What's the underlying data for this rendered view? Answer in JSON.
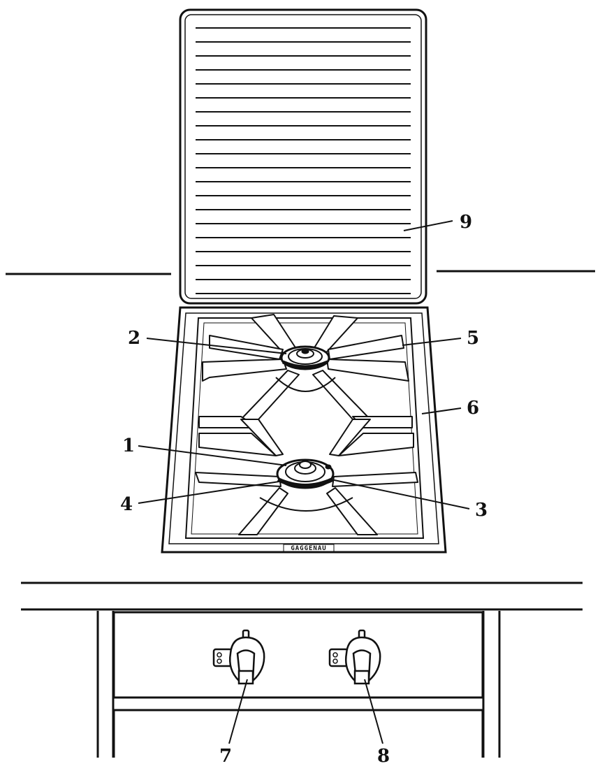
{
  "diagram": {
    "callouts": [
      {
        "id": "9",
        "label": "9"
      },
      {
        "id": "2",
        "label": "2"
      },
      {
        "id": "5",
        "label": "5"
      },
      {
        "id": "6",
        "label": "6"
      },
      {
        "id": "1",
        "label": "1"
      },
      {
        "id": "4",
        "label": "4"
      },
      {
        "id": "3",
        "label": "3"
      },
      {
        "id": "7",
        "label": "7"
      },
      {
        "id": "8",
        "label": "8"
      }
    ],
    "brand_plate": "GAGGENAU"
  },
  "colors": {
    "ink": "#111111",
    "background": "#ffffff"
  }
}
